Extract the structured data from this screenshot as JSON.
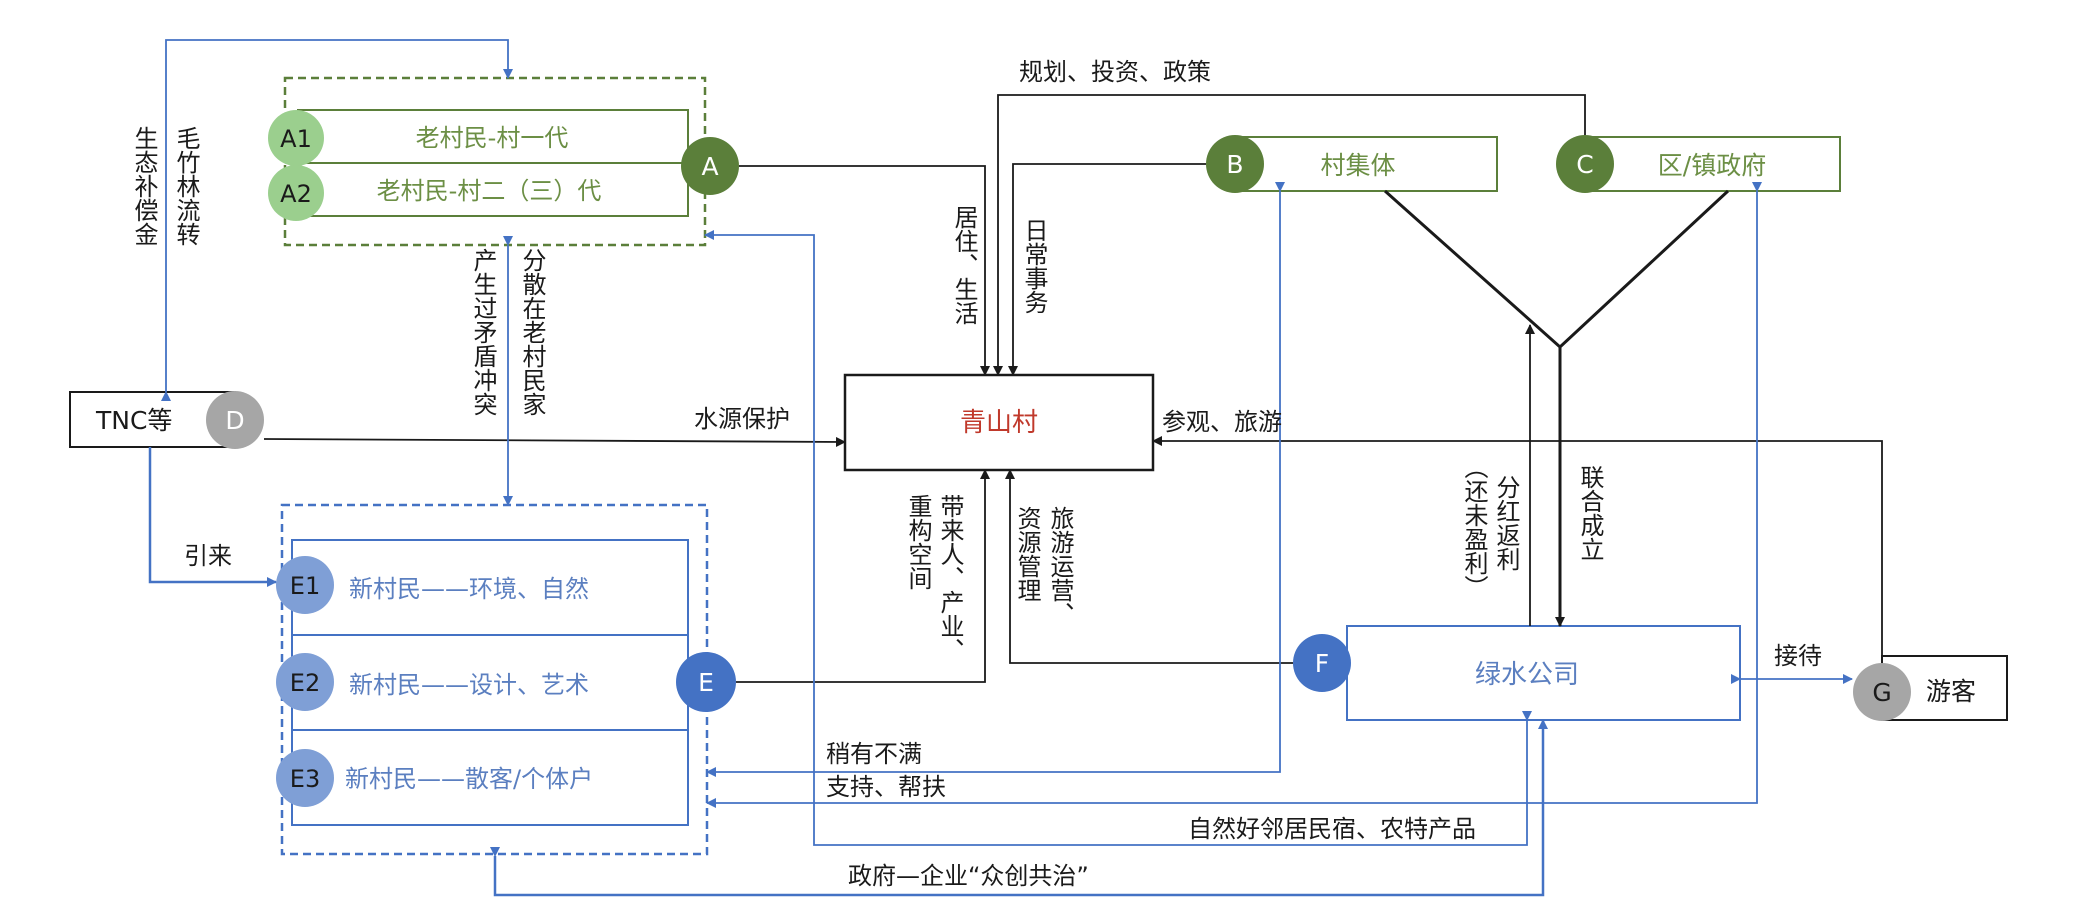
{
  "nodes": {
    "A1": {
      "badge": "A1",
      "label": "老村民-村一代"
    },
    "A2": {
      "badge": "A2",
      "label": "老村民-村二（三）代"
    },
    "A": {
      "badge": "A"
    },
    "B": {
      "badge": "B",
      "label": "村集体"
    },
    "C": {
      "badge": "C",
      "label": "区/镇政府"
    },
    "D": {
      "badge": "D",
      "label": "TNC等"
    },
    "center": {
      "label": "青山村"
    },
    "E1": {
      "badge": "E1",
      "label": "新村民——环境、自然"
    },
    "E2": {
      "badge": "E2",
      "label": "新村民——设计、艺术"
    },
    "E3": {
      "badge": "E3",
      "label": "新村民——散客/个体户"
    },
    "E": {
      "badge": "E"
    },
    "F": {
      "badge": "F",
      "label": "绿水公司"
    },
    "G": {
      "badge": "G",
      "label": "游客"
    }
  },
  "edges": {
    "planning": "规划、投资、政策",
    "bamboo": "毛竹林流转",
    "eco_comp": "生态补偿金",
    "living": "居住、生活",
    "daily": "日常事务",
    "water": "水源保护",
    "visit": "参观、旅游",
    "conflict": "产生过矛盾冲突",
    "scattered": "分散在老村民家",
    "attract": "引来",
    "bring": "带来人、产业、",
    "rebuild": "重构空间",
    "tour_ops": "旅游运营、",
    "resource": "资源管理",
    "dividend": "分红返利",
    "no_profit": "（还未盈利）",
    "jointly": "联合成立",
    "reception": "接待",
    "dissatisfied": "稍有不满",
    "support": "支持、帮扶",
    "homestay": "自然好邻居民宿、农特产品",
    "cogov": "政府—企业“众创共治”"
  },
  "colors": {
    "green_dark": "#5b7f3a",
    "green_light": "#9bcf8e",
    "green_text": "#6c8f45",
    "blue_dark": "#4472c4",
    "blue_light": "#7f9fd6",
    "blue_text": "#5b7fc0",
    "gray": "#a6a6a6",
    "red_text": "#c0392b",
    "black": "#1a1a1a"
  }
}
